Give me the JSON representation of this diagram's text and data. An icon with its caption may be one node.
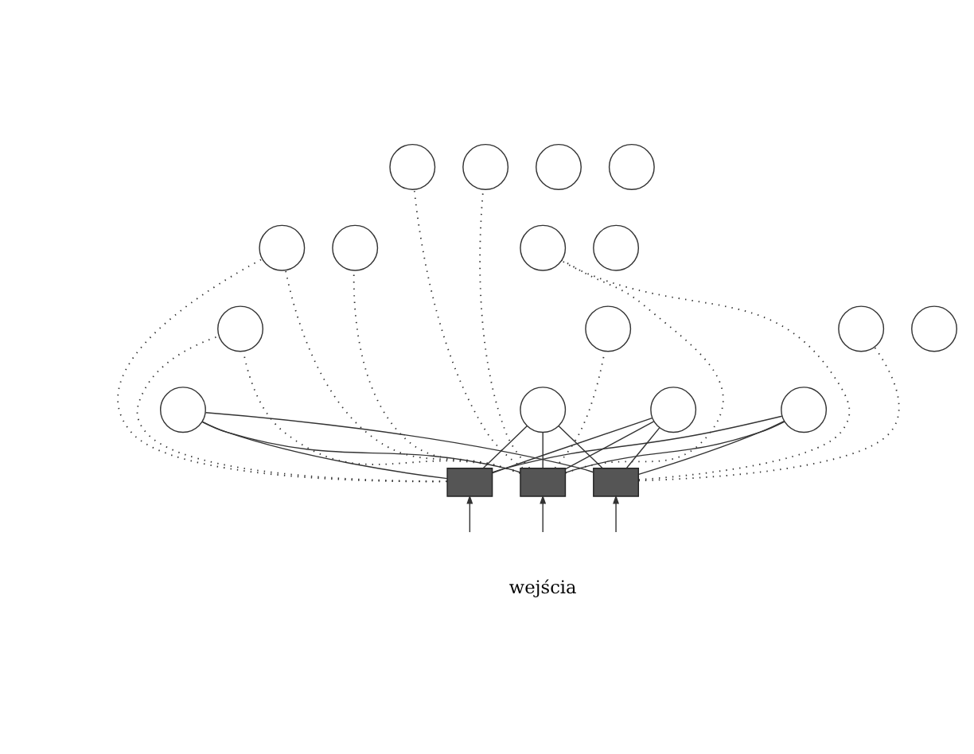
{
  "diagram": {
    "nodes": [
      {
        "text": [],
        "shape": "circle"
      },
      {
        "text": [],
        "shape": "circle"
      },
      {
        "text": [],
        "shape": "circle"
      },
      {
        "text": [],
        "shape": "circle"
      },
      {
        "text": [],
        "shape": "circle"
      },
      {
        "text": [],
        "shape": "circle"
      },
      {
        "text": [],
        "shape": "circle"
      },
      {
        "text": [],
        "shape": "circle"
      },
      {
        "text": [],
        "shape": "circle"
      },
      {
        "text": [],
        "shape": "circle"
      },
      {
        "text": [],
        "shape": "circle"
      },
      {
        "text": [],
        "shape": "circle"
      },
      {
        "text": [],
        "shape": "circle"
      },
      {
        "text": [],
        "shape": "circle"
      },
      {
        "text": [],
        "shape": "circle"
      },
      {
        "text": [],
        "shape": "circle"
      },
      {
        "text": [],
        "shape": "box"
      },
      {
        "text": [],
        "shape": "box"
      },
      {
        "text": [],
        "shape": "box"
      }
    ],
    "edges": [
      {
        "from": null,
        "to": 16,
        "arrow": "to"
      },
      {
        "from": null,
        "to": 17,
        "arrow": "to"
      },
      {
        "from": null,
        "to": 18,
        "arrow": "to"
      },
      {
        "from": 16,
        "to": 12,
        "arrow": "none"
      },
      {
        "from": 16,
        "to": 13,
        "arrow": "none"
      },
      {
        "from": 16,
        "to": 14,
        "arrow": "none"
      },
      {
        "from": 16,
        "to": 15,
        "arrow": "none"
      },
      {
        "from": 17,
        "to": 12,
        "arrow": "none"
      },
      {
        "from": 17,
        "to": 13,
        "arrow": "none"
      },
      {
        "from": 17,
        "to": 14,
        "arrow": "none"
      },
      {
        "from": 17,
        "to": 15,
        "arrow": "none"
      },
      {
        "from": 18,
        "to": 12,
        "arrow": "none"
      },
      {
        "from": 18,
        "to": 13,
        "arrow": "none"
      },
      {
        "from": 18,
        "to": 14,
        "arrow": "none"
      },
      {
        "from": 18,
        "to": 15,
        "arrow": "none"
      },
      {
        "from": 16,
        "to": 8,
        "arrow": "none",
        "style": "dashed"
      },
      {
        "from": 16,
        "to": 4,
        "arrow": "none",
        "style": "dashed"
      },
      {
        "from": 17,
        "to": 8,
        "arrow": "none",
        "style": "dashed"
      },
      {
        "from": 17,
        "to": 4,
        "arrow": "none",
        "style": "dashed"
      },
      {
        "from": 17,
        "to": 9,
        "arrow": "none",
        "style": "dashed"
      },
      {
        "from": 17,
        "to": 0,
        "arrow": "none",
        "style": "dashed"
      },
      {
        "from": 17,
        "to": 5,
        "arrow": "none",
        "style": "dashed"
      },
      {
        "from": 17,
        "to": 1,
        "arrow": "none",
        "style": "dashed"
      },
      {
        "from": 17,
        "to": 6,
        "arrow": "none",
        "style": "dashed"
      },
      {
        "from": 18,
        "to": 10,
        "arrow": "none",
        "style": "dashed"
      },
      {
        "from": 18,
        "to": 6,
        "arrow": "none",
        "style": "dashed"
      }
    ],
    "labels": [
      "wejścia"
    ]
  }
}
